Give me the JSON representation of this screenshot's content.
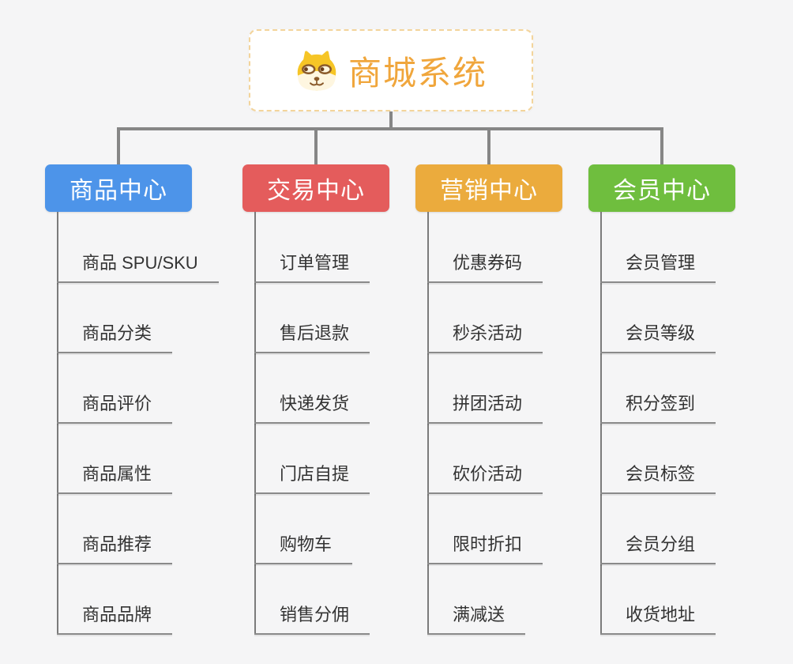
{
  "root": {
    "title": "商城系统",
    "icon": "doge-icon"
  },
  "branches": [
    {
      "label": "商品中心",
      "color": "#4D94E9",
      "items": [
        "商品 SPU/SKU",
        "商品分类",
        "商品评价",
        "商品属性",
        "商品推荐",
        "商品品牌"
      ]
    },
    {
      "label": "交易中心",
      "color": "#E45C5C",
      "items": [
        "订单管理",
        "售后退款",
        "快递发货",
        "门店自提",
        "购物车",
        "销售分佣"
      ]
    },
    {
      "label": "营销中心",
      "color": "#EBAB3D",
      "items": [
        "优惠券码",
        "秒杀活动",
        "拼团活动",
        "砍价活动",
        "限时折扣",
        "满减送"
      ]
    },
    {
      "label": "会员中心",
      "color": "#6FBE3E",
      "items": [
        "会员管理",
        "会员等级",
        "积分签到",
        "会员标签",
        "会员分组",
        "收货地址"
      ]
    }
  ],
  "colors": {
    "background": "#F5F5F6",
    "connector": "#868686",
    "leaf_line": "#8A8A8A",
    "leaf_text": "#333333",
    "root_text": "#F0A63C",
    "root_border": "#F3D49B",
    "header_text": "#FFFFFF"
  }
}
